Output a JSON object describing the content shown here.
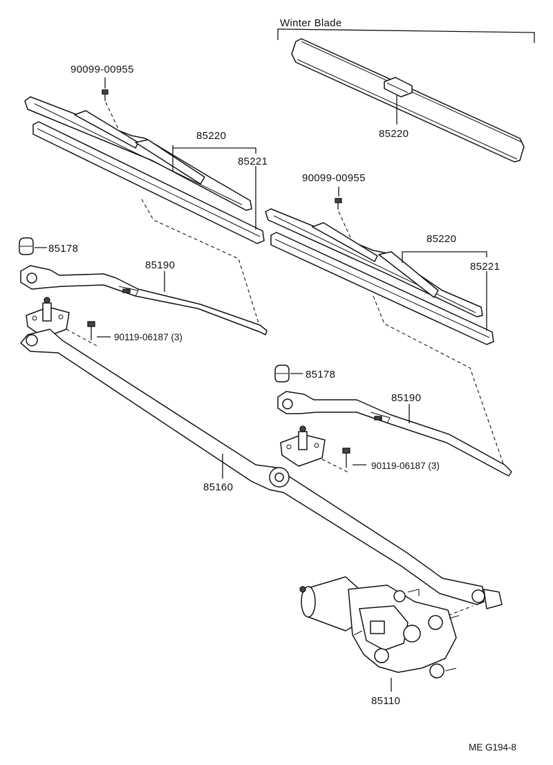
{
  "labels": {
    "winter_blade": "Winter Blade",
    "blade_winter": "85220",
    "screw_left": "90099-00955",
    "blade_left": "85220",
    "rubber_left": "85221",
    "screw_right": "90099-00955",
    "blade_right": "85220",
    "rubber_right": "85221",
    "cap_left": "85178",
    "arm_left": "85190",
    "bolt_left": "90119-06187 (3)",
    "cap_right": "85178",
    "arm_right": "85190",
    "bolt_right": "90119-06187 (3)",
    "linkage": "85160",
    "motor": "85110",
    "figure_code": "ME G194-8"
  }
}
